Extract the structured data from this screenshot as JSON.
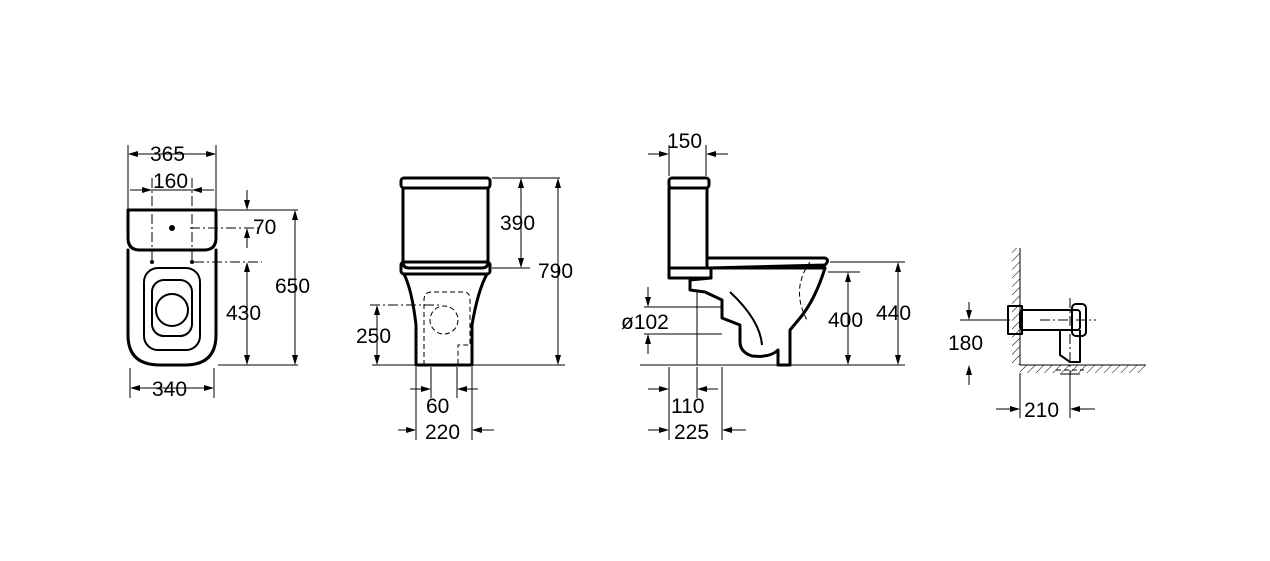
{
  "front_view": {
    "width_top": "365",
    "hole_spacing": "160",
    "hole_offset": "70",
    "depth": "650",
    "fixing_depth": "430",
    "width_bottom": "340"
  },
  "tank_view": {
    "tank_height": "390",
    "total_height": "790",
    "outlet_height": "250",
    "outlet_width": "60",
    "base_width": "220"
  },
  "side_view": {
    "top_offset": "150",
    "outlet_diameter": "ø102",
    "bowl_height": "400",
    "seat_height": "440",
    "outlet_distance": "110",
    "outlet_reach": "225"
  },
  "wall_detail": {
    "inlet_height": "180",
    "inlet_distance": "210"
  }
}
